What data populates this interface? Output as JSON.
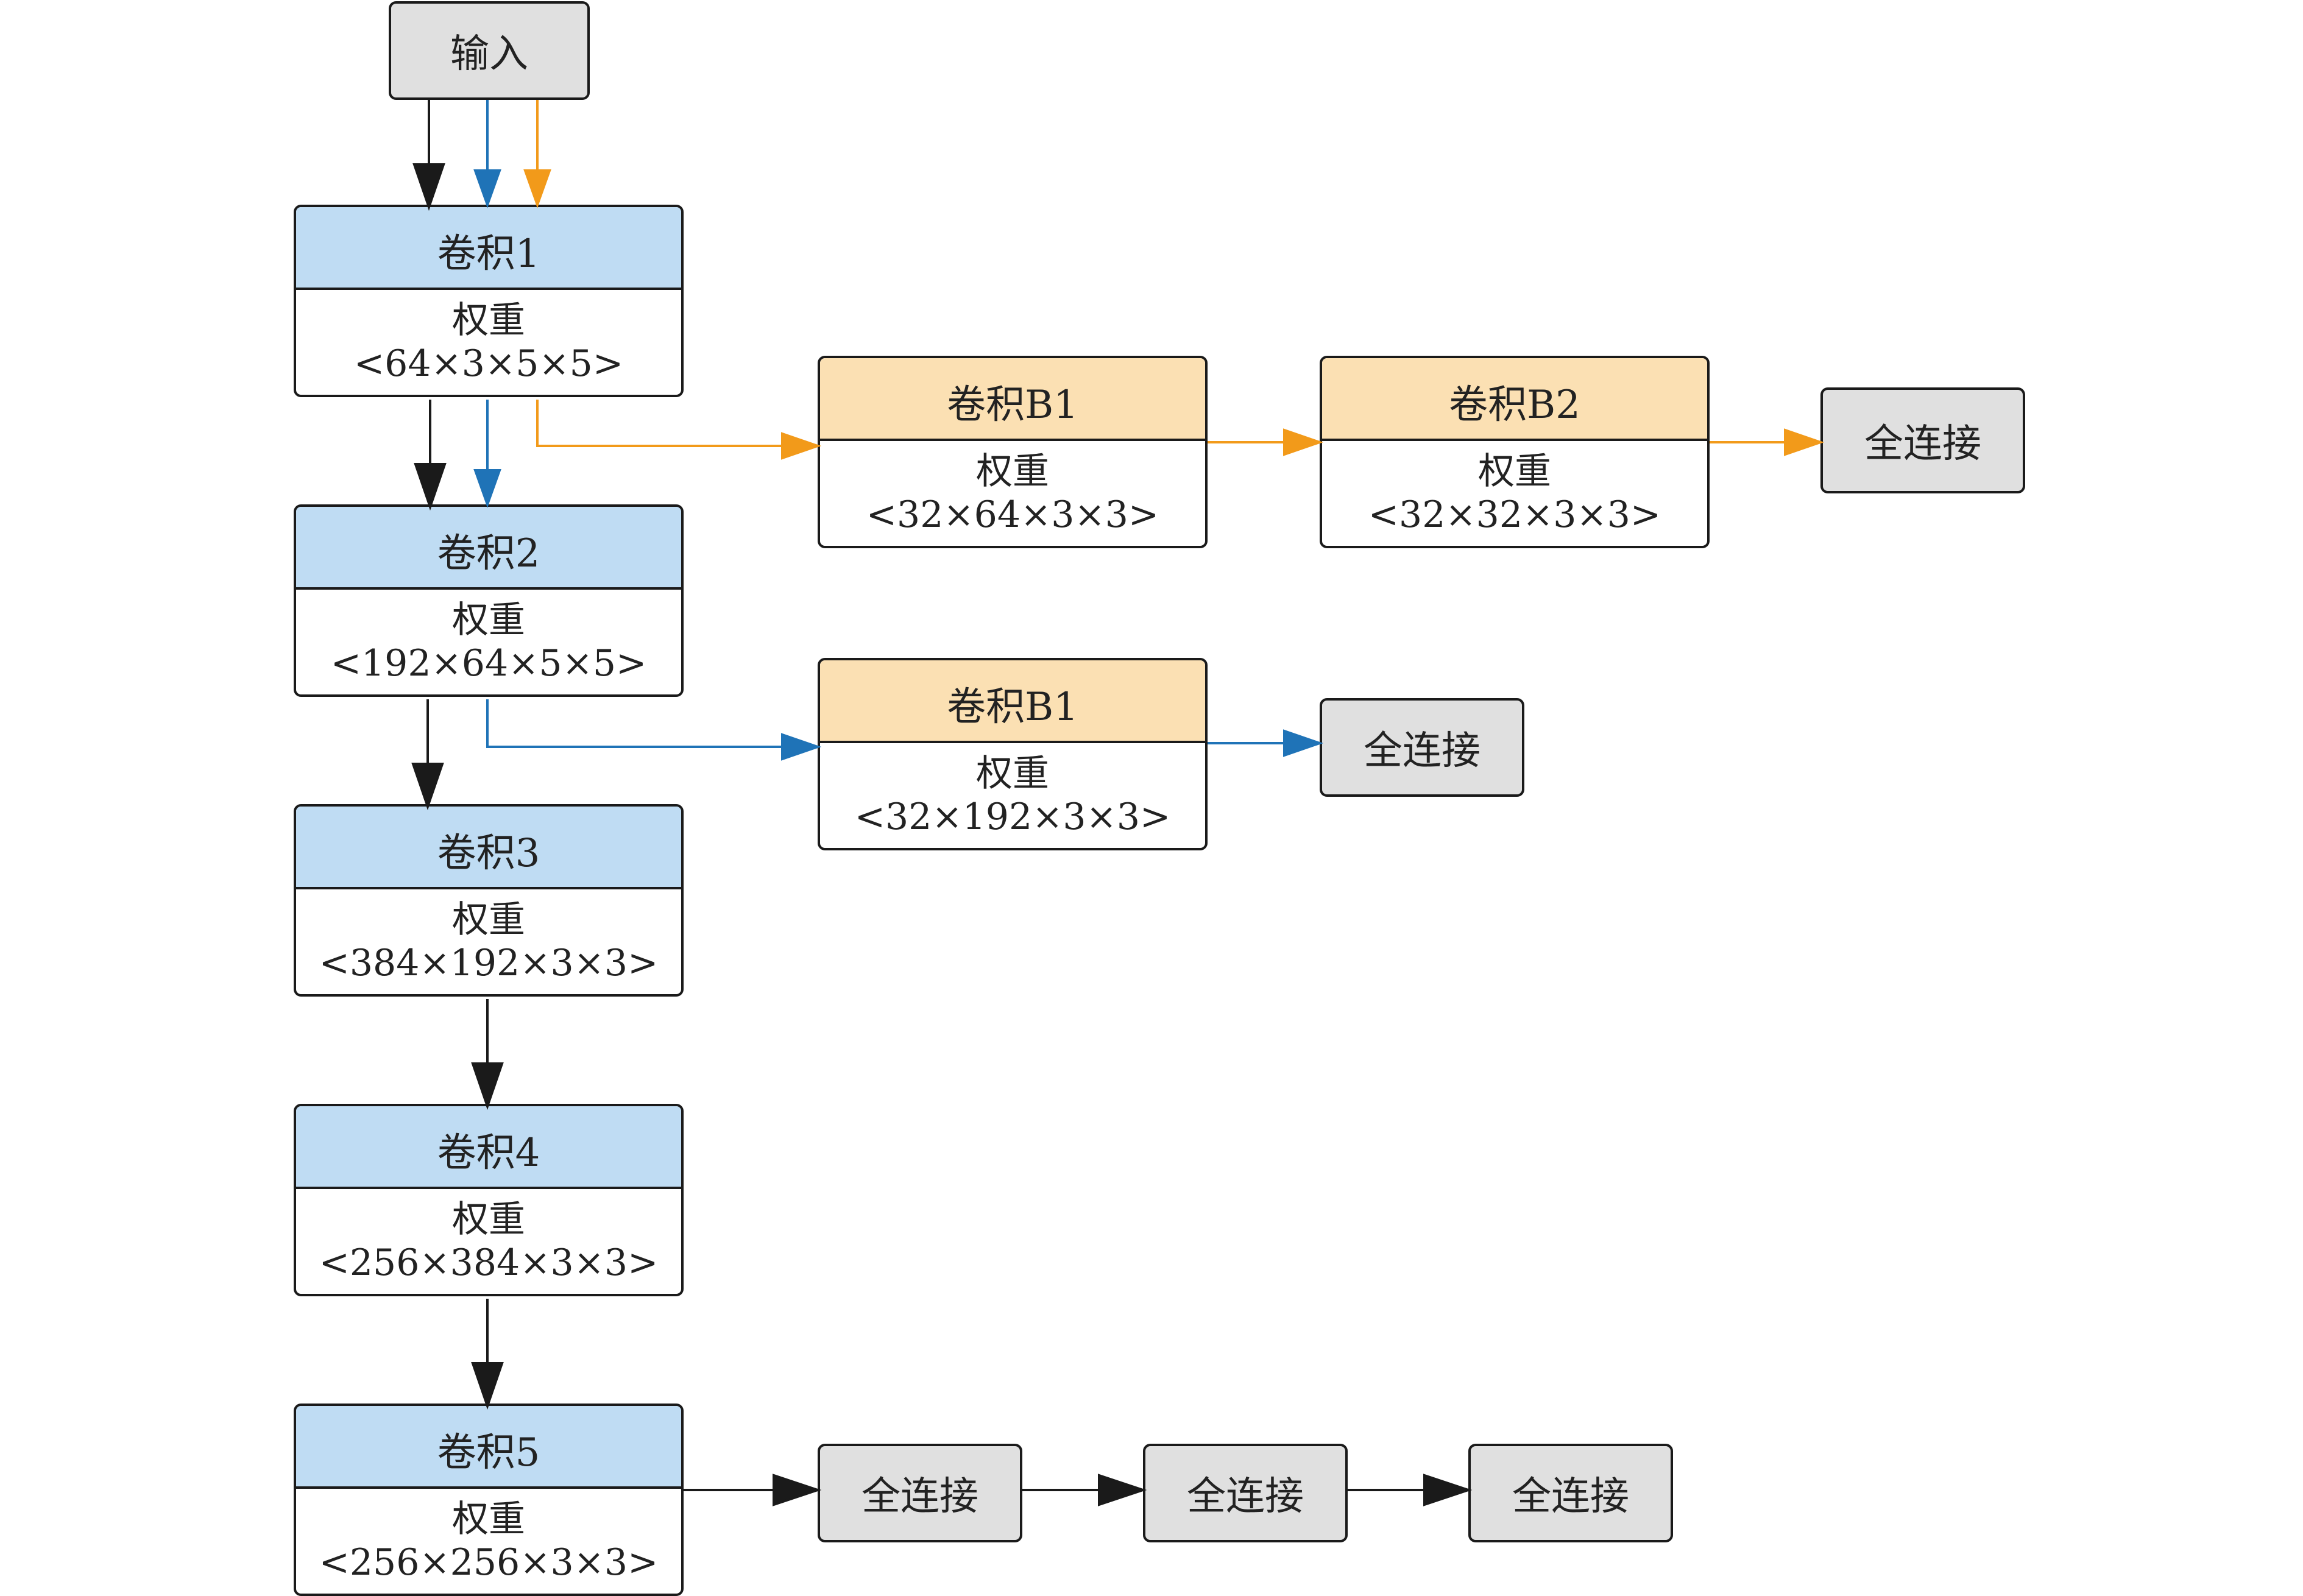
{
  "input": {
    "label": "输入"
  },
  "main_chain": [
    {
      "title": "卷积1",
      "weight_label": "权重",
      "shape": "<64×3×5×5>"
    },
    {
      "title": "卷积2",
      "weight_label": "权重",
      "shape": "<192×64×5×5>"
    },
    {
      "title": "卷积3",
      "weight_label": "权重",
      "shape": "<384×192×3×3>"
    },
    {
      "title": "卷积4",
      "weight_label": "权重",
      "shape": "<256×384×3×3>"
    },
    {
      "title": "卷积5",
      "weight_label": "权重",
      "shape": "<256×256×3×3>"
    }
  ],
  "branch_orange": {
    "blocks": [
      {
        "title": "卷积B1",
        "weight_label": "权重",
        "shape": "<32×64×3×3>"
      },
      {
        "title": "卷积B2",
        "weight_label": "权重",
        "shape": "<32×32×3×3>"
      }
    ],
    "fc": "全连接"
  },
  "branch_blue": {
    "blocks": [
      {
        "title": "卷积B1",
        "weight_label": "权重",
        "shape": "<32×192×3×3>"
      }
    ],
    "fc": "全连接"
  },
  "final_fc": [
    "全连接",
    "全连接",
    "全连接"
  ],
  "colors": {
    "main": "#1a1a1a",
    "blue": "#1f73b7",
    "orange": "#f29a1a",
    "conv_header": "#bfdcf3",
    "branch_header": "#fbe0b3",
    "fc_fill": "#e0e0e0"
  }
}
